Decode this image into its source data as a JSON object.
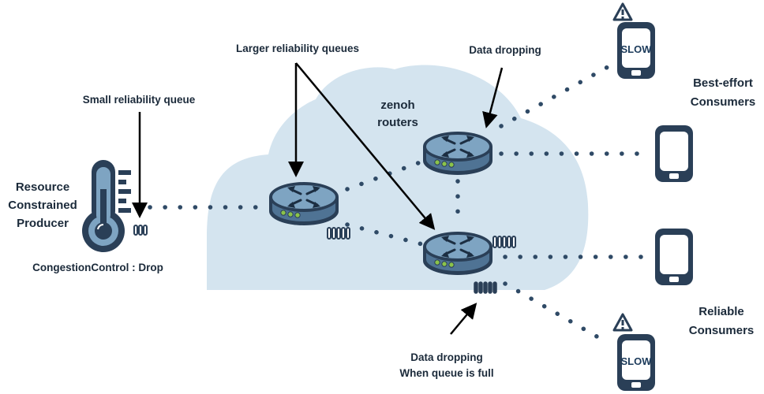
{
  "labels": {
    "larger_queues": "Larger reliability queues",
    "data_dropping_top": "Data dropping",
    "small_queue": "Small reliability queue",
    "zenoh_line1": "zenoh",
    "zenoh_line2": "routers",
    "producer_line1": "Resource",
    "producer_line2": "Constrained",
    "producer_line3": "Producer",
    "congestion": "CongestionControl : Drop",
    "best_effort_line1": "Best-effort",
    "best_effort_line2": "Consumers",
    "reliable_line1": "Reliable",
    "reliable_line2": "Consumers",
    "data_dropping_bottom_line1": "Data dropping",
    "data_dropping_bottom_line2": "When queue is full",
    "slow_top": "SLOW",
    "slow_bottom": "SLOW"
  },
  "colors": {
    "cloud": "#d4e4ef",
    "navy": "#2a3f57",
    "router_fill": "#6f94b3",
    "dots": "#2f4a66",
    "led": "#8bc34a"
  },
  "icons": {
    "producer": "thermometer-icon",
    "router": "router-icon",
    "consumer": "phone-icon",
    "warning": "warning-triangle-icon"
  }
}
